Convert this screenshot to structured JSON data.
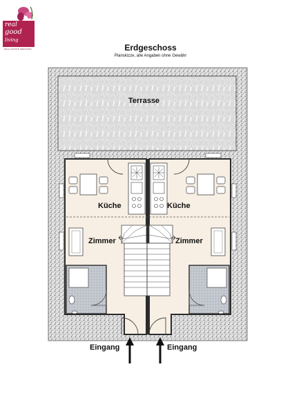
{
  "brand": {
    "line1": "real",
    "line2": "good",
    "line3": "living",
    "tagline": "REAL ESTATE SERVICES",
    "color": "#b0224f"
  },
  "header": {
    "title": "Erdgeschoss",
    "subtitle": "Planskizze, alle Angaben ohne Gewähr"
  },
  "rooms": {
    "terrace": "Terrasse",
    "kitchen_left": "Küche",
    "kitchen_right": "Küche",
    "room_left": "Zimmer",
    "room_right": "Zimmer",
    "entrance_left": "Eingang",
    "entrance_right": "Eingang"
  },
  "colors": {
    "floor": "#f7efe4",
    "stone": "#d9d9d9",
    "wall": "#2b2b2b",
    "bath_tile": "#c7cbd2"
  }
}
